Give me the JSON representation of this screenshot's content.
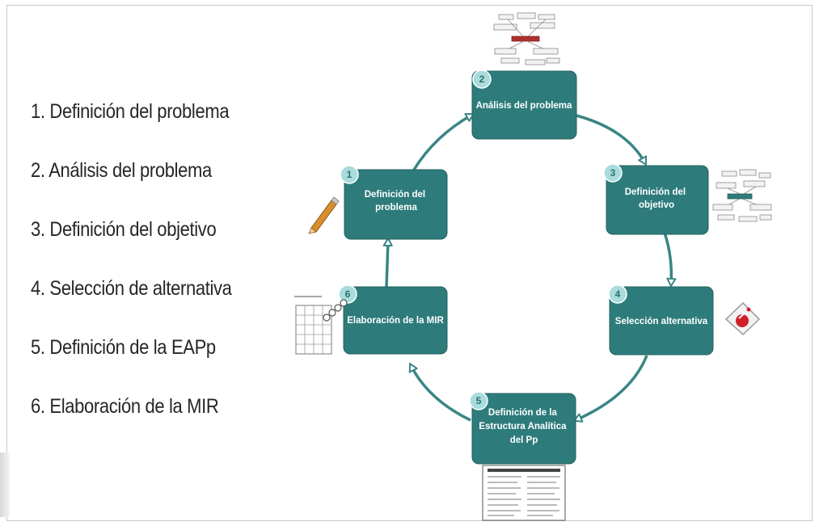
{
  "list_items": [
    "1. Definición del problema",
    "2. Análisis del problema",
    "3. Definición del objetivo",
    "4. Selección de alternativa",
    "5. Definición de la EAPp",
    "6. Elaboración de la MIR"
  ],
  "cycle": {
    "step1": {
      "number": "1",
      "lines": [
        "Definición del",
        "problema"
      ]
    },
    "step2": {
      "number": "2",
      "lines": [
        "Análisis del problema"
      ]
    },
    "step3": {
      "number": "3",
      "lines": [
        "Definición del",
        "objetivo"
      ]
    },
    "step4": {
      "number": "4",
      "lines": [
        "Selección alternativa"
      ]
    },
    "step5": {
      "number": "5",
      "lines": [
        "Definición de la",
        "Estructura Analítica",
        "del Pp"
      ]
    },
    "step6": {
      "number": "6",
      "lines": [
        "Elaboración de la MIR"
      ]
    }
  },
  "colors": {
    "box": "#2e7b7b",
    "box_edge": "#23625f",
    "badge": "#a9dcdc",
    "arrow": "#3a8585"
  },
  "icons": [
    "problem-tree-icon",
    "pencil-icon",
    "objective-tree-icon",
    "selection-diamond-icon",
    "eap-document-icon",
    "mir-table-icon"
  ]
}
